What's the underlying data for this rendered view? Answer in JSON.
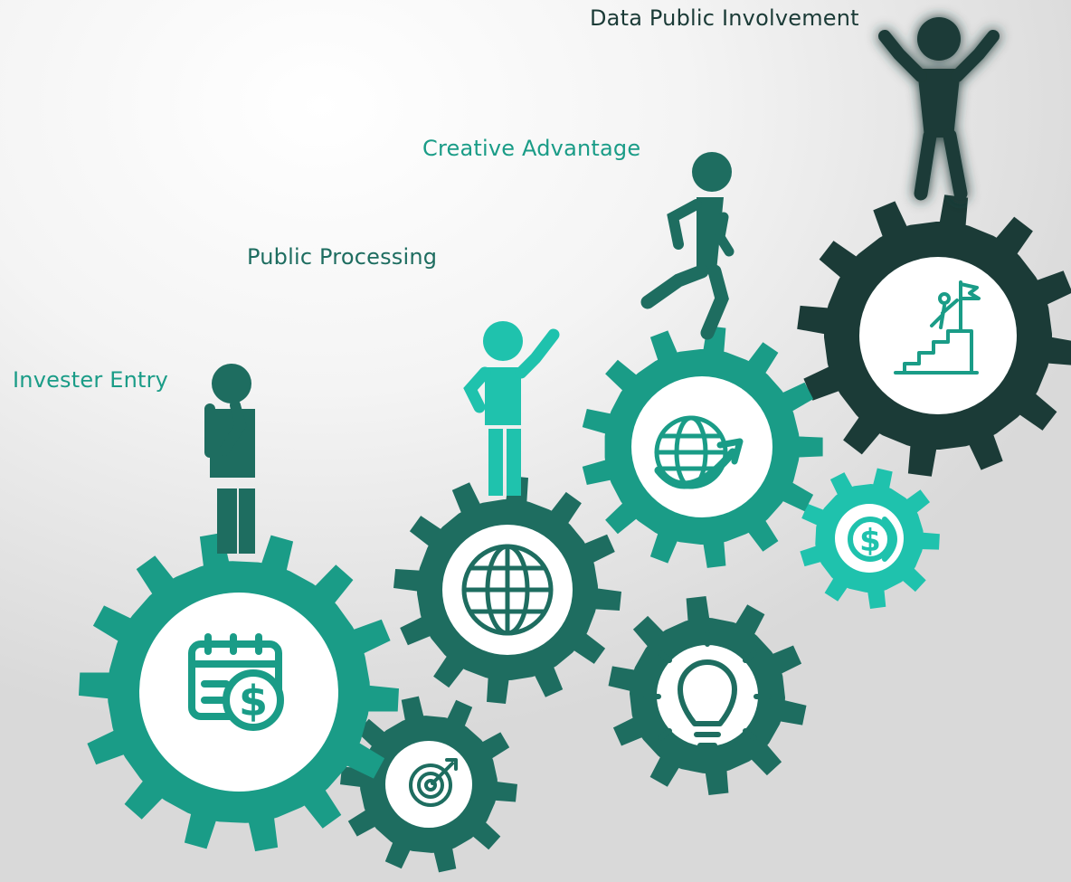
{
  "steps": [
    {
      "label": "Invester Entry",
      "color": "#1a9c87",
      "icon": "calendar-dollar-icon"
    },
    {
      "label": "Public Processing",
      "color": "#1e6d60",
      "icon": "globe-icon"
    },
    {
      "label": "Creative Advantage",
      "color": "#1a9c87",
      "icon": "globe-arrow-icon"
    },
    {
      "label": "Data Public Involvement",
      "color": "#1b3b37",
      "icon": "summit-flag-icon"
    }
  ],
  "small_gears": [
    {
      "icon": "target-arrow-icon",
      "color": "#1e6d60"
    },
    {
      "icon": "lightbulb-icon",
      "color": "#1e6d60"
    },
    {
      "icon": "dollar-coin-icon",
      "color": "#1fc2ad"
    }
  ],
  "palette": {
    "teal": "#1a9c87",
    "dark_teal": "#1e6d60",
    "bright_teal": "#1fc2ad",
    "darkest": "#1b3b37",
    "glow": "#00e5d4"
  }
}
